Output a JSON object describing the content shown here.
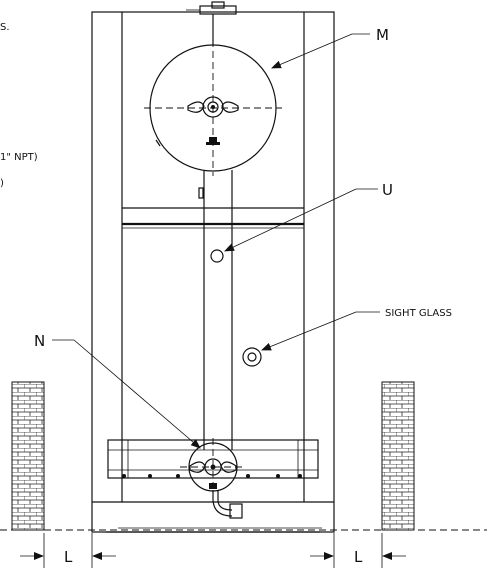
{
  "labels": {
    "m": "M",
    "u": "U",
    "n": "N",
    "sight_glass": "SIGHT GLASS",
    "l_left": "L",
    "l_right": "L"
  },
  "cut_off_text": {
    "top_left": "S.",
    "mid_left_1": "1\" NPT)",
    "mid_left_2": ")"
  }
}
